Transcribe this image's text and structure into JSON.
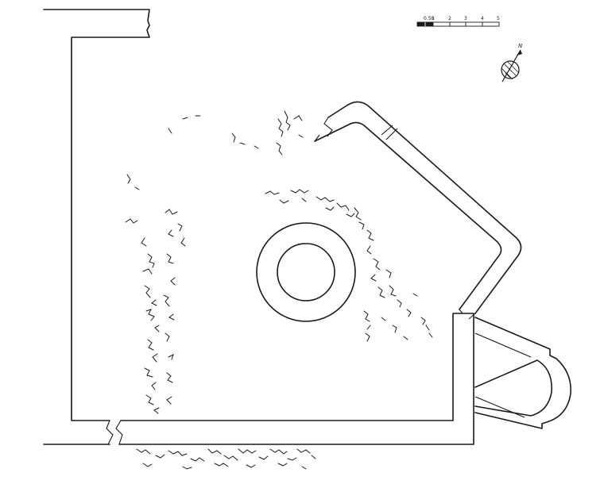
{
  "scale_bar": {
    "labels": [
      "0.50",
      "1",
      "2",
      "3",
      "4",
      "5"
    ]
  },
  "north_arrow": {
    "label": "N"
  },
  "colors": {
    "ink": "#1a1a1a",
    "paper": "#ffffff"
  }
}
